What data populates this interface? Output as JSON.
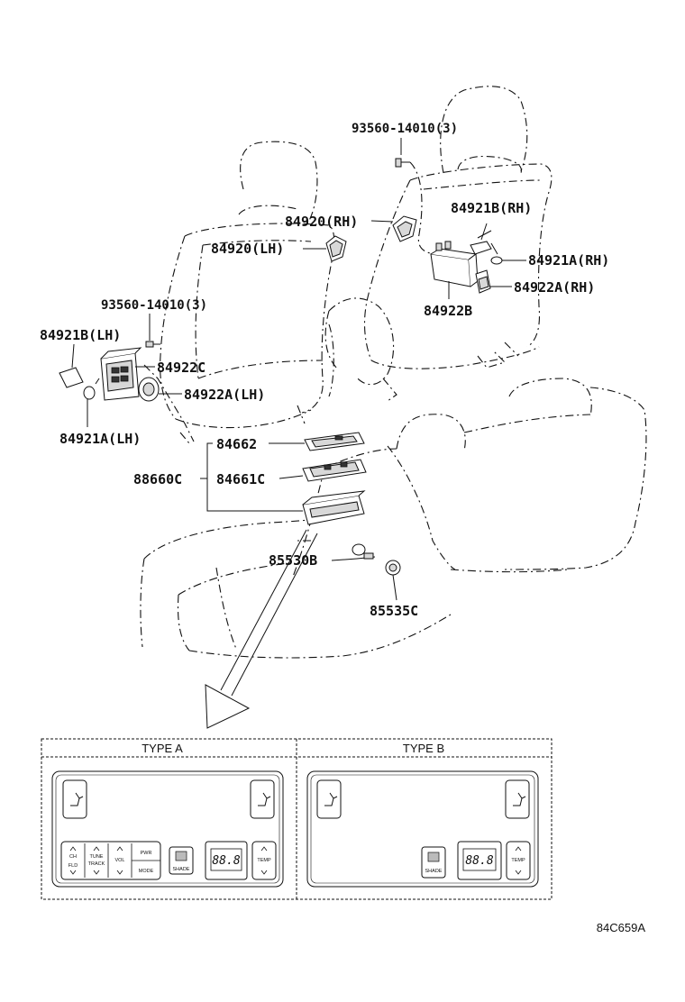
{
  "parts": {
    "bolt_rh": "93560-14010(3)",
    "bolt_lh": "93560-14010(3)",
    "p84920_rh": "84920(RH)",
    "p84920_lh": "84920(LH)",
    "p84921b_rh": "84921B(RH)",
    "p84921a_rh": "84921A(RH)",
    "p84922a_rh": "84922A(RH)",
    "p84922b": "84922B",
    "p84921b_lh": "84921B(LH)",
    "p84922c": "84922C",
    "p84922a_lh": "84922A(LH)",
    "p84921a_lh": "84921A(LH)",
    "p84662": "84662",
    "p88660c": "88660C",
    "p84661c": "84661C",
    "p85530b": "85530B",
    "p85535c": "85535C"
  },
  "panels": {
    "type_a": {
      "header": "TYPE A",
      "buttons": {
        "ch_fld_top": "CH",
        "ch_fld_bottom": "FLD",
        "tune_track_1": "TUNE",
        "tune_track_2": "TRACK",
        "vol": "VOL",
        "pwr": "PWR",
        "mode": "MODE",
        "shade": "SHADE",
        "temp": "TEMP"
      },
      "display": "88.8"
    },
    "type_b": {
      "header": "TYPE B",
      "buttons": {
        "shade": "SHADE",
        "temp": "TEMP"
      },
      "display": "88.8"
    }
  },
  "drawing_ref": "84C659A",
  "icons": [
    "seat-recline-icon",
    "shade-icon",
    "arrow-up-icon",
    "arrow-down-icon",
    "leader-arrow-icon"
  ]
}
